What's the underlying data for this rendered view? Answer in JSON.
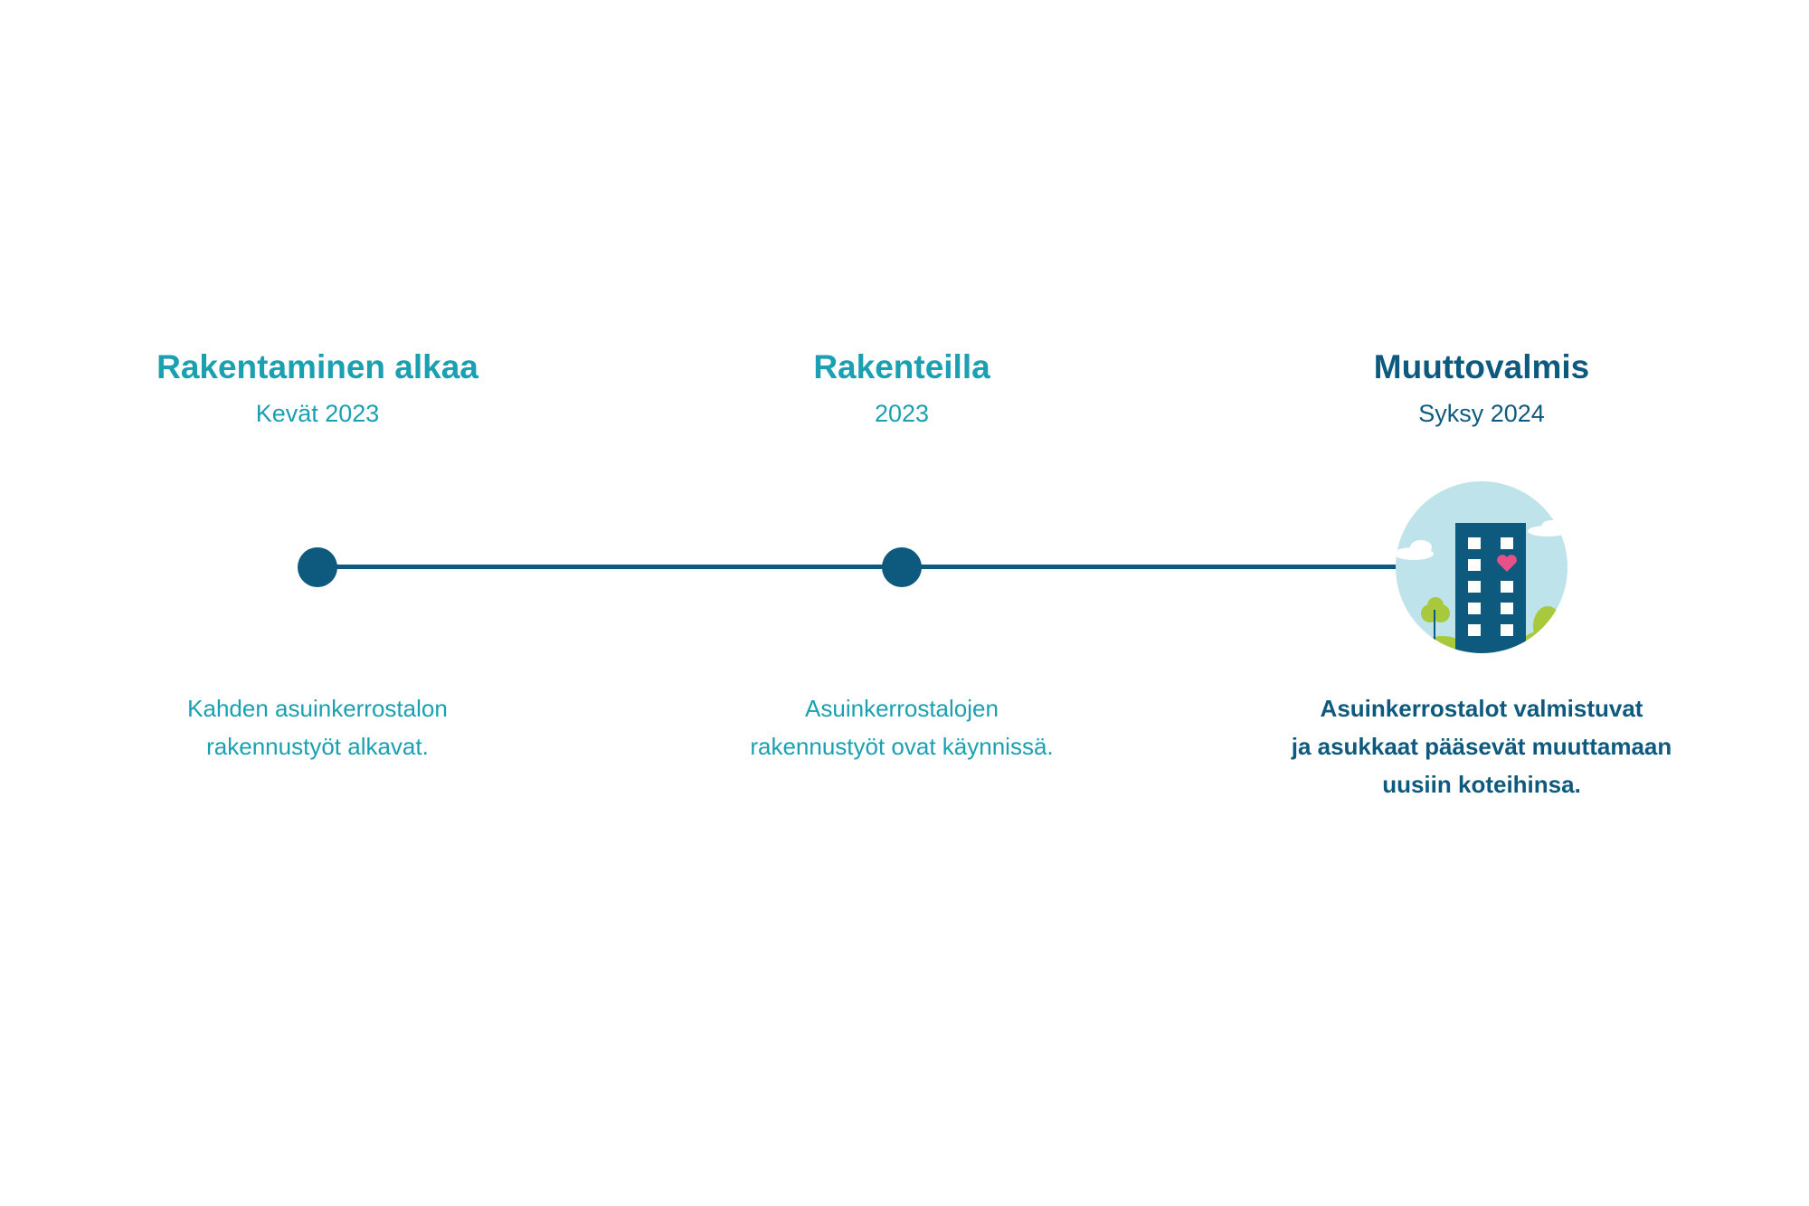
{
  "stages": [
    {
      "title": "Rakentaminen alkaa",
      "date": "Kevät 2023",
      "description_lines": [
        "Kahden asuinkerrostalon",
        "rakennustyöt alkavat."
      ]
    },
    {
      "title": "Rakenteilla",
      "date": "2023",
      "description_lines": [
        "Asuinkerrostalojen",
        "rakennustyöt ovat käynnissä."
      ]
    },
    {
      "title": "Muuttovalmis",
      "date": "Syksy 2024",
      "description_lines": [
        "Asuinkerrostalot valmistuvat",
        "ja asukkaat pääsevät muuttamaan",
        "uusiin koteihinsa."
      ]
    }
  ],
  "colors": {
    "teal": "#1aa0b0",
    "navy": "#0d5a7e",
    "sky": "#bfe3ea",
    "tree_green": "#a9c93c",
    "heart_pink": "#e8508a"
  },
  "icons": {
    "final_stage": "apartment-building-illustration"
  }
}
